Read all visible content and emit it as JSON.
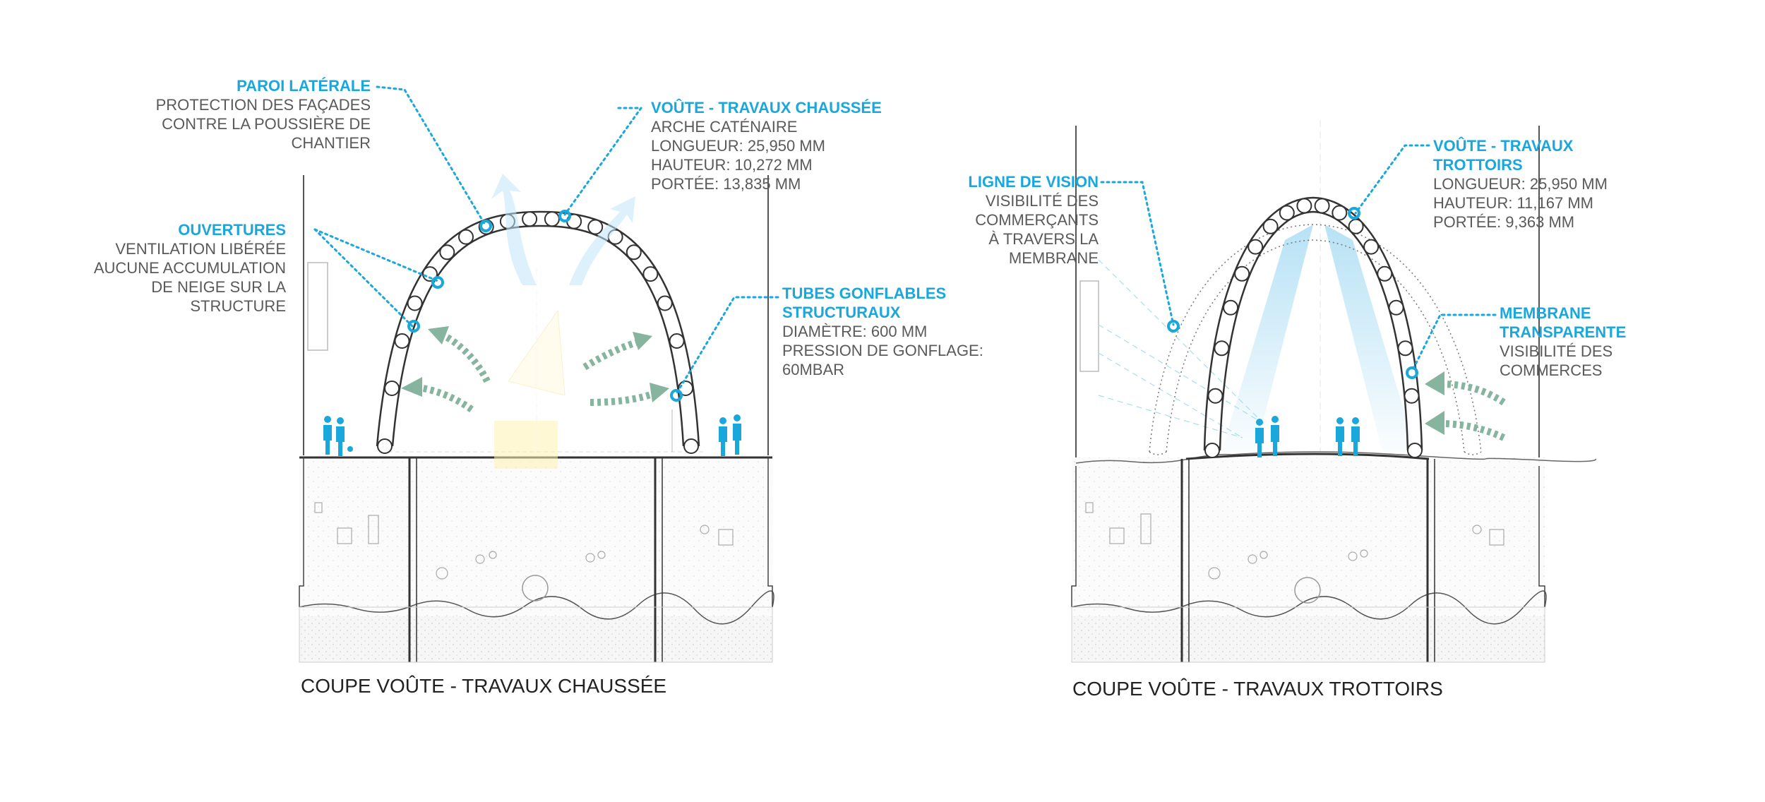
{
  "colors": {
    "accent": "#1aa7dc",
    "text": "#5a5a5a",
    "arrow_green": "#7fb09a",
    "line": "#333333"
  },
  "left_section": {
    "caption": "COUPE VOÛTE - TRAVAUX CHAUSSÉE",
    "paroi": {
      "title": "PAROI LATÉRALE",
      "lines": [
        "PROTECTION DES FAÇADES",
        "CONTRE  LA POUSSIÈRE DE",
        "CHANTIER"
      ]
    },
    "voute": {
      "title": "VOÛTE - TRAVAUX CHAUSSÉE",
      "lines": [
        "ARCHE CATÉNAIRE",
        "LONGUEUR: 25,950 MM",
        "HAUTEUR: 10,272 MM",
        "PORTÉE: 13,835 MM"
      ]
    },
    "ouvertures": {
      "title": "OUVERTURES",
      "lines": [
        "VENTILATION LIBÉRÉE",
        "AUCUNE ACCUMULATION",
        "DE NEIGE SUR LA",
        "STRUCTURE"
      ]
    },
    "tubes": {
      "title_lines": [
        "TUBES GONFLABLES",
        "STRUCTURAUX"
      ],
      "lines": [
        "DIAMÈTRE: 600 MM",
        "PRESSION DE GONFLAGE:",
        "60MBAR"
      ]
    }
  },
  "right_section": {
    "caption": "COUPE VOÛTE - TRAVAUX TROTTOIRS",
    "ligne": {
      "title": "LIGNE DE VISION",
      "lines": [
        "VISIBILITÉ DES",
        "COMMERÇANTS",
        "À TRAVERS LA",
        "MEMBRANE"
      ]
    },
    "voute": {
      "title_lines": [
        "VOÛTE - TRAVAUX",
        "TROTTOIRS"
      ],
      "lines": [
        "LONGUEUR: 25,950 MM",
        "HAUTEUR: 11,167 MM",
        "PORTÉE: 9,363 MM"
      ]
    },
    "membrane": {
      "title_lines": [
        "MEMBRANE",
        "TRANSPARENTE"
      ],
      "lines": [
        "VISIBILITÉ DES",
        "COMMERCES"
      ]
    }
  }
}
